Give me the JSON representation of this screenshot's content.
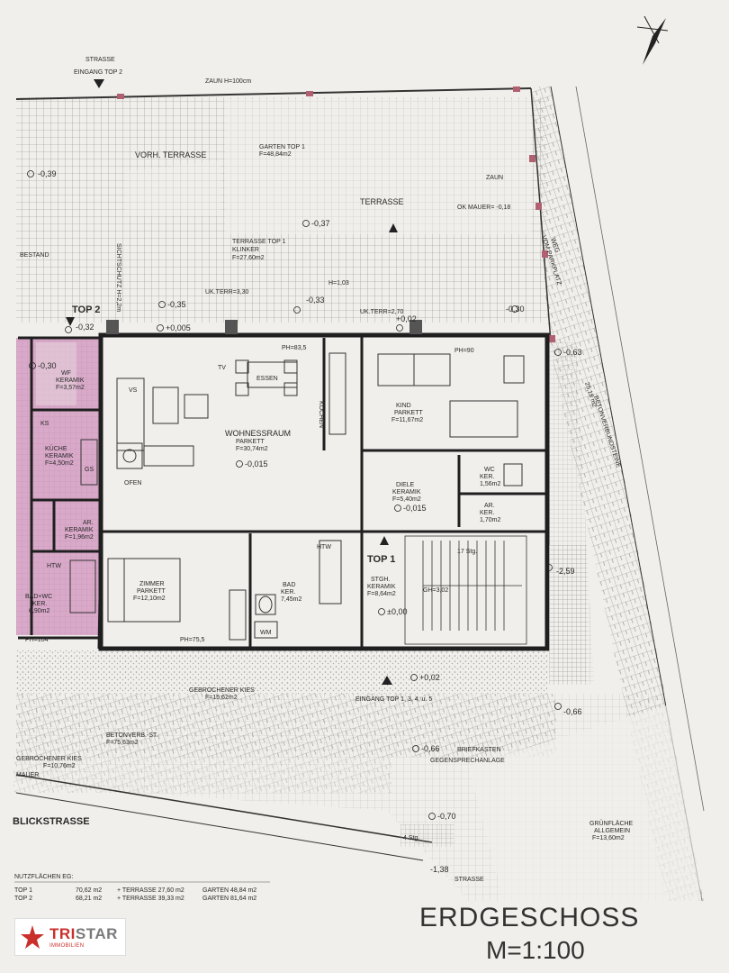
{
  "labels": {
    "strasse_top": "STRASSE",
    "eingang_top2": "EINGANG TOP 2",
    "zaun": "ZAUN H=100cm",
    "vorh_terrasse": "VORH. TERRASSE",
    "garten_top1": "GARTEN TOP 1",
    "garten_top1_area": "F=48,84m2",
    "terrasse": "TERRASSE",
    "ok_mauer": "OK MAUER= -0,18",
    "terrasse_top1": "TERRASSE TOP 1",
    "terrasse_top1_mat": "KLINKER",
    "terrasse_top1_area": "F=27,60m2",
    "sichtschutz": "SICHTSCHUTZ H=2,2m",
    "bestand": "BESTAND",
    "uk_terr_330": "UK.TERR=3,30",
    "uk_terr_270": "UK.TERR=2,70",
    "top2": "TOP 2",
    "top1": "TOP 1",
    "h103": "H=1,03",
    "zaun_short": "ZAUN",
    "weg": "WEG",
    "vom_parkplatz": "VOM PARKPLATZ",
    "betonverbundsteine": "BETONVERBUNDSTEINE",
    "betonverbundsteine_area": "25,18 m2",
    "wf": "WF",
    "wf_mat": "KERAMIK",
    "wf_area": "F=3,57m2",
    "ks": "KS",
    "kueche": "KÜCHE",
    "kueche_mat": "KERAMIK",
    "kueche_area": "F=4,50m2",
    "gs": "GS",
    "ar_left": "AR.",
    "ar_left_mat": "KERAMIK",
    "ar_left_area": "F=1,96m2",
    "htw": "HTW",
    "bad_wc": "BAD+WC",
    "bad_wc_mat": "KER.",
    "bad_wc_area": "6,90m2",
    "tv": "TV",
    "essen": "ESSEN",
    "kochen": "KOCHEN",
    "vs": "VS",
    "wohnraum": "WOHNESSRAUM",
    "wohnraum_mat": "PARKETT",
    "wohnraum_area": "F=30,74m2",
    "ofen": "OFEN",
    "kind": "KIND",
    "kind_mat": "PARKETT",
    "kind_area": "F=11,67m2",
    "wc": "WC",
    "wc_mat": "KER.",
    "wc_area": "1,56m2",
    "diele": "DIELE",
    "diele_mat": "KERAMIK",
    "diele_area": "F=5,40m2",
    "ar_right": "AR.",
    "ar_right_mat": "KER.",
    "ar_right_area": "1,70m2",
    "zimmer": "ZIMMER",
    "zimmer_mat": "PARKETT",
    "zimmer_area": "F=12,10m2",
    "bad": "BAD",
    "bad_mat": "KER.",
    "bad_area": "7,45m2",
    "wm": "WM",
    "htw2": "HTW",
    "stgh": "STGH.",
    "stgh_mat": "KERAMIK",
    "stgh_area": "F=8,64m2",
    "gh": "GH=3,02",
    "stg_note": "17 Stg.",
    "eingang_top": "EINGANG TOP 1, 3, 4, u. 5",
    "gebrochener_kies": "GEBROCHENER KIES",
    "gebrochener_kies_area": "F=15,62m2",
    "betonverb": "BETONVERB.-ST.",
    "betonverb_area": "F=75,63m2",
    "gebrochener_kies2": "GEBROCHENER KIES",
    "gebrochener_kies2_area": "F=10,76m2",
    "mauer": "MAUER",
    "briefkasten": "BRIEFKASTEN",
    "gegensprechanlage": "GEGENSPRECHANLAGE",
    "blickstrasse": "BLICKSTRASSE",
    "strasse_bottom": "STRASSE",
    "gruenflaeche": "GRÜNFLÄCHE",
    "gruenflaeche_sub": "ALLGEMEIN",
    "gruenflaeche_area": "F=13,60m2",
    "stg4": "4 Stg.",
    "title": "ERDGESCHOSS",
    "scale": "M=1:100",
    "ph_835": "PH=83,5",
    "ph_90": "PH=90",
    "ph_104": "PH=104",
    "ph_755": "PH=75,5"
  },
  "levels": {
    "l1": "-0,39",
    "l2": "-0,37",
    "l3": "-0,35",
    "l4": "-0,33",
    "l5": "+0,02",
    "l6": "-0,30",
    "l7": "-0,32",
    "l8": "+0,005",
    "l9": "-0,015",
    "l10": "-0,015",
    "l11": "-0,63",
    "l12": "-2,59",
    "l13": "±0,00",
    "l14": "+0,02",
    "l15": "-0,66",
    "l16": "-0,66",
    "l17": "-0,70",
    "l18": "-1,38",
    "l19": "-0,30"
  },
  "areas": {
    "heading": "NUTZFLÄCHEN EG:",
    "rows": [
      {
        "unit": "TOP 1",
        "flaeche": "70,62 m2",
        "terrasse": "+ TERRASSE  27,60 m2",
        "garten": "GARTEN  48,84 m2"
      },
      {
        "unit": "TOP 2",
        "flaeche": "68,21 m2",
        "terrasse": "+ TERRASSE  39,33 m2",
        "garten": "GARTEN  81,64 m2"
      }
    ]
  },
  "logo": {
    "brand_a": "TRI",
    "brand_b": "STAR",
    "sub": "IMMOBILIEN"
  },
  "colors": {
    "paper": "#f1efeb",
    "line": "#2b2b2b",
    "pink": "#d8a9c8",
    "brand_red": "#c9302c"
  }
}
